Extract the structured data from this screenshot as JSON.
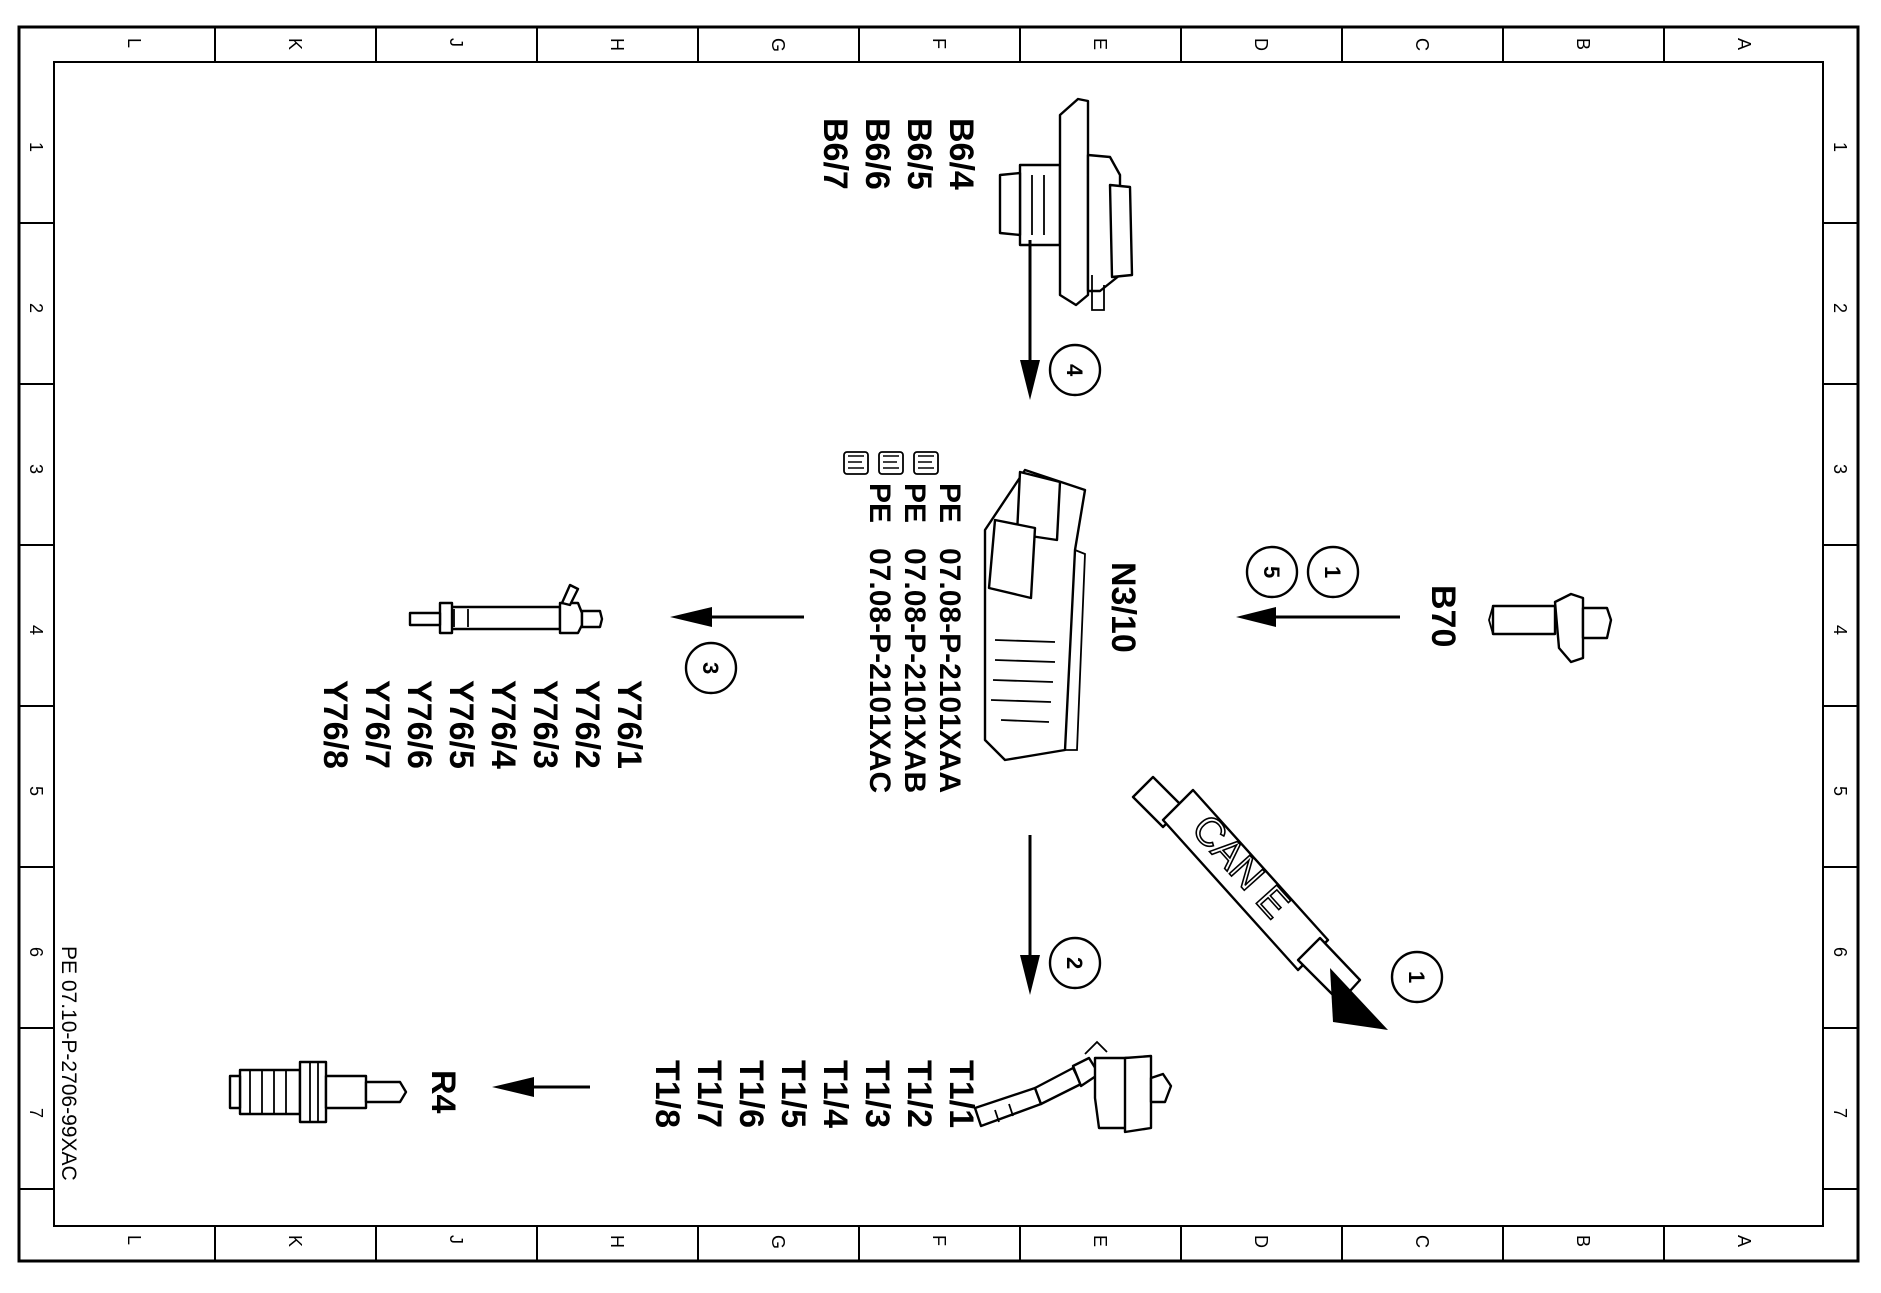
{
  "frame": {
    "column_letters": [
      "L",
      "K",
      "J",
      "H",
      "G",
      "F",
      "E",
      "D",
      "C",
      "B",
      "A"
    ],
    "row_numbers": [
      "1",
      "2",
      "3",
      "4",
      "5",
      "6",
      "7"
    ]
  },
  "components": {
    "camshaft_sensor": {
      "labels": [
        "B6/4",
        "B6/5",
        "B6/6",
        "B6/7"
      ],
      "icon": "camshaft-position-sensor-icon"
    },
    "control_unit": {
      "label": "N3/10",
      "icon": "engine-control-unit-icon"
    },
    "crankshaft_sensor": {
      "label": "B70",
      "icon": "crankshaft-position-sensor-icon"
    },
    "injectors": {
      "labels": [
        "Y76/1",
        "Y76/2",
        "Y76/3",
        "Y76/4",
        "Y76/5",
        "Y76/6",
        "Y76/7",
        "Y76/8"
      ],
      "icon": "fuel-injector-icon"
    },
    "ignition_coils": {
      "labels": [
        "T1/1",
        "T1/2",
        "T1/3",
        "T1/4",
        "T1/5",
        "T1/6",
        "T1/7",
        "T1/8"
      ],
      "icon": "ignition-coil-icon"
    },
    "spark_plug": {
      "label": "R4",
      "icon": "spark-plug-icon"
    }
  },
  "pe_references": [
    {
      "prefix": "PE",
      "doc": "07.08-P-2101XAA"
    },
    {
      "prefix": "PE",
      "doc": "07.08-P-2101XAB"
    },
    {
      "prefix": "PE",
      "doc": "07.08-P-2101XAC"
    }
  ],
  "bus": {
    "label": "CAN E"
  },
  "callouts": {
    "camshaft_to_ecu": "4",
    "ecu_to_injectors": "3",
    "ecu_to_coils": "2",
    "crank_a": "1",
    "crank_b": "5",
    "can": "1"
  },
  "document_ref": "PE 07.10-P-2706-99XAC"
}
